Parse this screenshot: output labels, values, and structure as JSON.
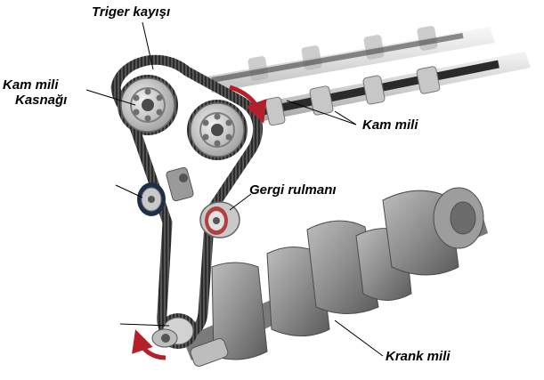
{
  "labels": {
    "timing_belt": "Triger kayışı",
    "cam_pulley_line1": "Kam mili",
    "cam_pulley_line2": "Kasnağı",
    "camshaft": "Kam mili",
    "tensioner": "Gergi rulmanı",
    "crankshaft": "Krank mili"
  },
  "colors": {
    "belt": "#2b2b2b",
    "metal_light": "#d4d4d4",
    "metal_mid": "#a8a8a8",
    "metal_dark": "#5e5e5e",
    "crank": "#8a8a8a",
    "arrow": "#b3202a",
    "leader": "#000000"
  }
}
